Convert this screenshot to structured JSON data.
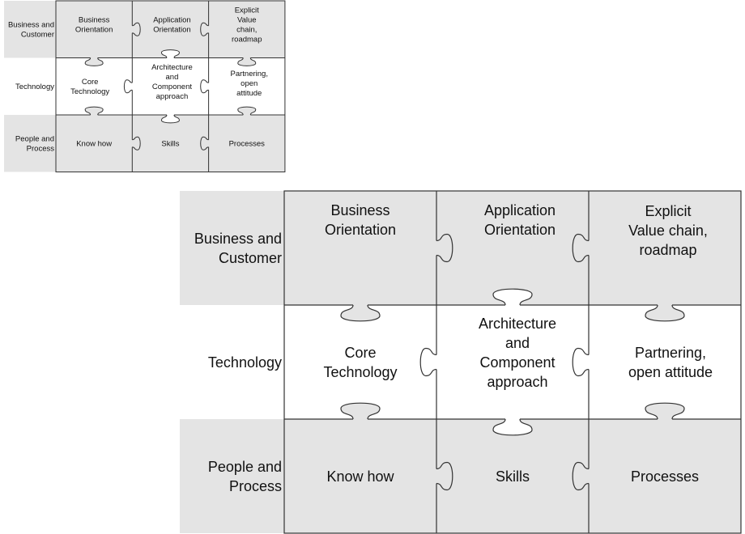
{
  "colors": {
    "shaded": "#e4e4e4",
    "plain": "#ffffff",
    "line": "#333333",
    "text": "#111111"
  },
  "rows": [
    {
      "label": [
        "Business and",
        "Customer"
      ],
      "shaded": true
    },
    {
      "label": [
        "Technology"
      ],
      "shaded": false
    },
    {
      "label": [
        "People and",
        "Process"
      ],
      "shaded": true
    }
  ],
  "cells": [
    [
      {
        "text": [
          "Business",
          "Orientation"
        ]
      },
      {
        "text": [
          "Application",
          "Orientation"
        ]
      },
      {
        "text": [
          "Explicit",
          "Value chain,",
          "roadmap"
        ]
      }
    ],
    [
      {
        "text": [
          "Core",
          "Technology"
        ]
      },
      {
        "text": [
          "Architecture",
          "and",
          "Component",
          "approach"
        ]
      },
      {
        "text": [
          "Partnering,",
          "open attitude"
        ]
      }
    ],
    [
      {
        "text": [
          "Know how"
        ]
      },
      {
        "text": [
          "Skills"
        ]
      },
      {
        "text": [
          "Processes"
        ]
      }
    ]
  ],
  "small_variant": {
    "cells": [
      [
        {
          "text": [
            "Business",
            "Orientation"
          ]
        },
        {
          "text": [
            "Application",
            "Orientation"
          ]
        },
        {
          "text": [
            "Explicit",
            "Value",
            "chain,",
            "roadmap"
          ]
        }
      ],
      [
        {
          "text": [
            "Core",
            "Technology"
          ]
        },
        {
          "text": [
            "Architecture",
            "and",
            "Component",
            "approach"
          ]
        },
        {
          "text": [
            "Partnering,",
            "open",
            "attitude"
          ]
        }
      ],
      [
        {
          "text": [
            "Know how"
          ]
        },
        {
          "text": [
            "Skills"
          ]
        },
        {
          "text": [
            "Processes"
          ]
        }
      ]
    ]
  },
  "tabs": {
    "vertical": [
      {
        "after_col": 0,
        "row": 0,
        "side": "right"
      },
      {
        "after_col": 1,
        "row": 0,
        "side": "left"
      },
      {
        "after_col": 0,
        "row": 1,
        "side": "left"
      },
      {
        "after_col": 1,
        "row": 1,
        "side": "left"
      },
      {
        "after_col": 0,
        "row": 2,
        "side": "right"
      },
      {
        "after_col": 1,
        "row": 2,
        "side": "left"
      }
    ],
    "horizontal": [
      {
        "col": 0,
        "after_row": 0,
        "side": "bottom"
      },
      {
        "col": 1,
        "after_row": 0,
        "side": "top"
      },
      {
        "col": 2,
        "after_row": 0,
        "side": "bottom"
      },
      {
        "col": 0,
        "after_row": 1,
        "side": "top"
      },
      {
        "col": 1,
        "after_row": 1,
        "side": "bottom"
      },
      {
        "col": 2,
        "after_row": 1,
        "side": "top"
      }
    ]
  }
}
